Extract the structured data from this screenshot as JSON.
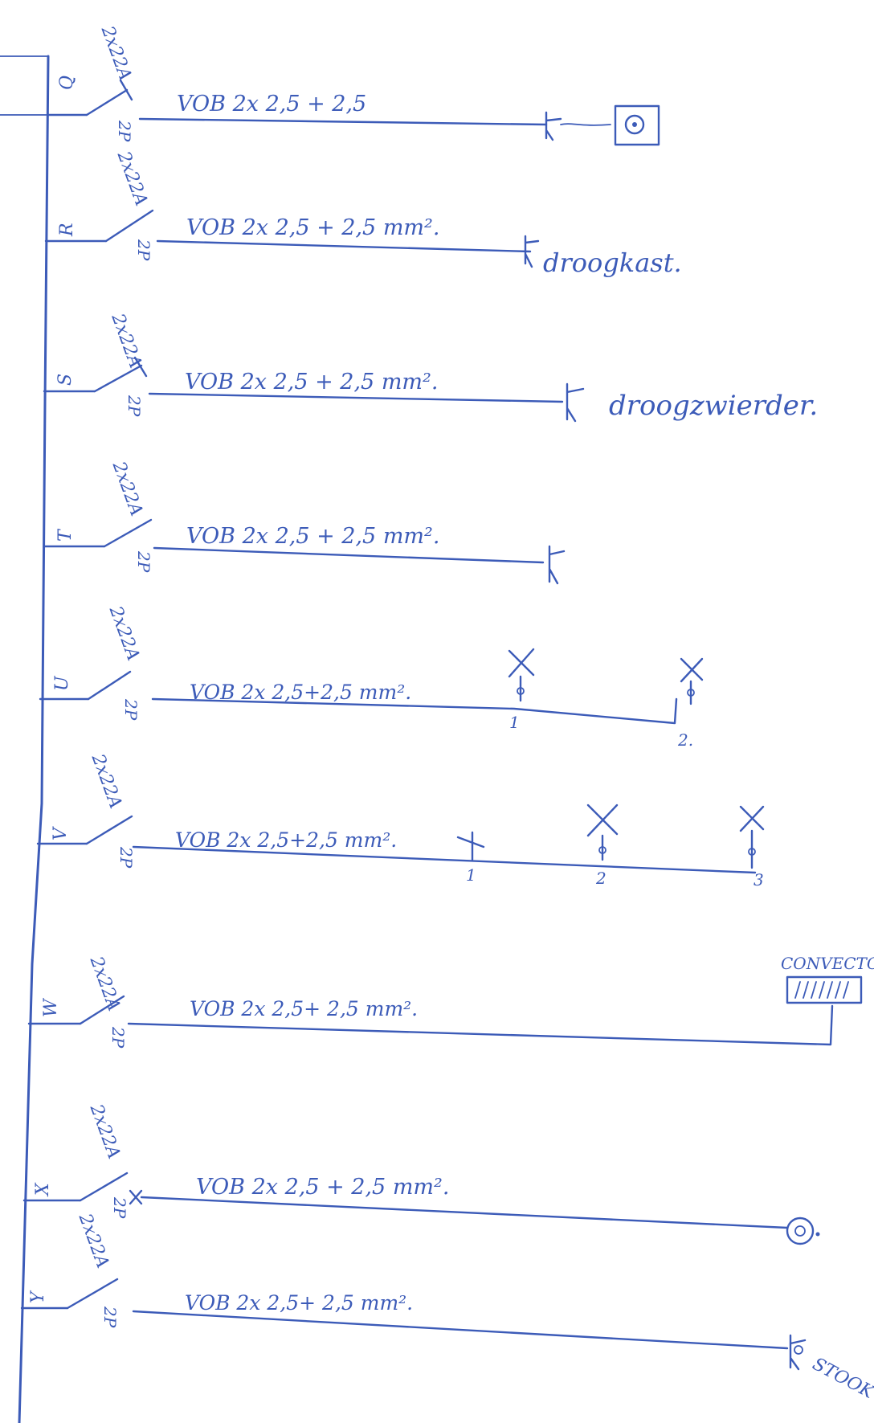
{
  "colors": {
    "ink": "#3c5bb8",
    "paper": "#ffffff"
  },
  "circuits": [
    {
      "group": "Q",
      "breaker": "2x22A",
      "poles": "2P",
      "cable": "VOB  2x 2,5 + 2,5",
      "load_label": "",
      "load_icon": "outlet-box-icon"
    },
    {
      "group": "R",
      "breaker": "2x22A",
      "poles": "2P",
      "cable": "VOB  2x 2,5 + 2,5 mm².",
      "load_label": "droogkast.",
      "load_icon": "socket-icon"
    },
    {
      "group": "S",
      "breaker": "2x22A",
      "poles": "2P",
      "cable": "VOB  2x 2,5 + 2,5 mm².",
      "load_label": "droogzwierder.",
      "load_icon": "socket-icon"
    },
    {
      "group": "T",
      "breaker": "2x22A",
      "poles": "2P",
      "cable": "VOB  2x 2,5 + 2,5 mm².",
      "load_label": "",
      "load_icon": "socket-icon"
    },
    {
      "group": "U",
      "breaker": "2x22A",
      "poles": "2P",
      "cable": "VOB  2x 2,5+2,5 mm².",
      "load_label": "",
      "load_icon": "light-point-icon",
      "point_numbers": [
        "1",
        "2."
      ]
    },
    {
      "group": "V",
      "breaker": "2x22A",
      "poles": "2P",
      "cable": "VOB  2x 2,5+2,5 mm².",
      "load_label": "",
      "load_icon": "light-point-icon",
      "point_numbers": [
        "1",
        "2",
        "3"
      ]
    },
    {
      "group": "W",
      "breaker": "2x22A",
      "poles": "2P",
      "cable": "VOB  2x 2,5+ 2,5 mm².",
      "load_label": "CONVECTO",
      "load_icon": "convector-icon"
    },
    {
      "group": "X",
      "breaker": "2x22A",
      "poles": "2P",
      "cable": "VOB  2x 2,5 + 2,5 mm².",
      "load_label": "",
      "load_icon": "outlet-circle-icon"
    },
    {
      "group": "Y",
      "breaker": "2x22A",
      "poles": "2P",
      "cable": "VOB  2x 2,5+ 2,5 mm².",
      "load_label": "STOOK",
      "load_icon": "socket-icon"
    }
  ]
}
